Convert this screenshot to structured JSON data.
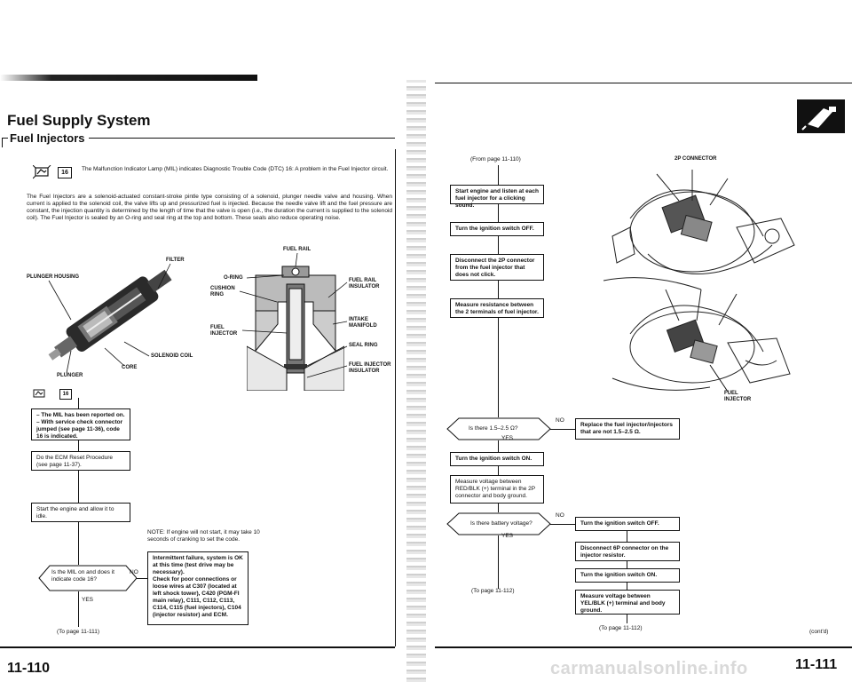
{
  "left": {
    "section_title": "Fuel Supply System",
    "subsection_title": "Fuel Injectors",
    "dtc_code_icon": "16",
    "dtc_text": "The Malfunction Indicator Lamp (MIL) indicates Diagnostic Trouble Code (DTC) 16: A problem in the Fuel Injector circuit.",
    "intro_text": "The Fuel Injectors are a solenoid-actuated constant-stroke pintle type consisting of a solenoid, plunger needle valve and housing. When current is applied to the solenoid coil, the valve lifts up and pressurized fuel is injected. Because the needle valve lift and the fuel pressure are constant, the injection quantity is determined by the length of time that the valve is open (i.e., the duration the current is supplied to the solenoid coil). The Fuel Injector is sealed by an O-ring and seal ring at the top and bottom. These seals also reduce operating noise.",
    "diagram1_labels": {
      "filter": "FILTER",
      "plunger_housing": "PLUNGER HOUSING",
      "solenoid_coil": "SOLENOID COIL",
      "core": "CORE",
      "plunger": "PLUNGER"
    },
    "diagram2_labels": {
      "fuel_rail": "FUEL RAIL",
      "o_ring": "O-RING",
      "cushion_ring": "CUSHION RING",
      "fuel_rail_insulator": "FUEL RAIL INSULATOR",
      "intake_manifold": "INTAKE MANIFOLD",
      "fuel_injector": "FUEL INJECTOR",
      "seal_ring": "SEAL RING",
      "fuel_injector_insulator": "FUEL INJECTOR INSULATOR"
    },
    "flow": {
      "box1": "– The MIL has been reported on.\n– With service check connector jumped (see page 11-36), code 16 is indicated.",
      "box2": "Do the ECM Reset Procedure (see page 11-37).",
      "box3": "Start the engine and allow it to idle.",
      "decision": "Is the MIL on and does it indicate code 16?",
      "no_label": "NO",
      "yes_label": "YES",
      "intermittent_box": "Intermittent failure, system is OK at this time (test drive may be necessary).\nCheck for poor connections or loose wires at C307 (located at left shock tower), C420 (PGM-FI main relay), C111, C112, C113, C114, C115 (fuel injectors), C104 (injector resistor) and ECM.",
      "note": "NOTE: If engine will not start, it may take 10 seconds of cranking to set the code.",
      "to_page": "(To page 11-111)"
    },
    "page_number": "11-110"
  },
  "right": {
    "from_page": "(From page 11-110)",
    "connector_label": "2P CONNECTOR",
    "fuel_injector_label": "FUEL INJECTOR",
    "flow": {
      "box1": "Start engine and listen at each fuel injector for a clicking sound.",
      "box2": "Turn the ignition switch OFF.",
      "box3": "Disconnect the 2P connector from the fuel injector that does not click.",
      "box4": "Measure resistance between the 2 terminals of fuel injector.",
      "decision1": "Is there 1.5–2.5 Ω?",
      "no1": "NO",
      "replace_box": "Replace the fuel injector/injectors that are not 1.5–2.5 Ω.",
      "yes1": "YES",
      "box5": "Turn the ignition switch ON.",
      "box6": "Measure voltage between RED/BLK (+) terminal in the 2P connector and body ground.",
      "decision2": "Is there battery voltage?",
      "no2": "NO",
      "yes2": "YES",
      "off_box": "Turn the ignition switch OFF.",
      "disconnect_box": "Disconnect 6P connector on the injector resistor.",
      "on_box": "Turn the ignition switch ON.",
      "measure_box": "Measure voltage between YEL/BLK (+) terminal and body ground.",
      "to_page_left": "(To page 11-112)",
      "to_page_right": "(To page 11-112)"
    },
    "contd": "(cont'd)",
    "page_number": "11-111"
  },
  "watermark": "carmanualsonline.info"
}
